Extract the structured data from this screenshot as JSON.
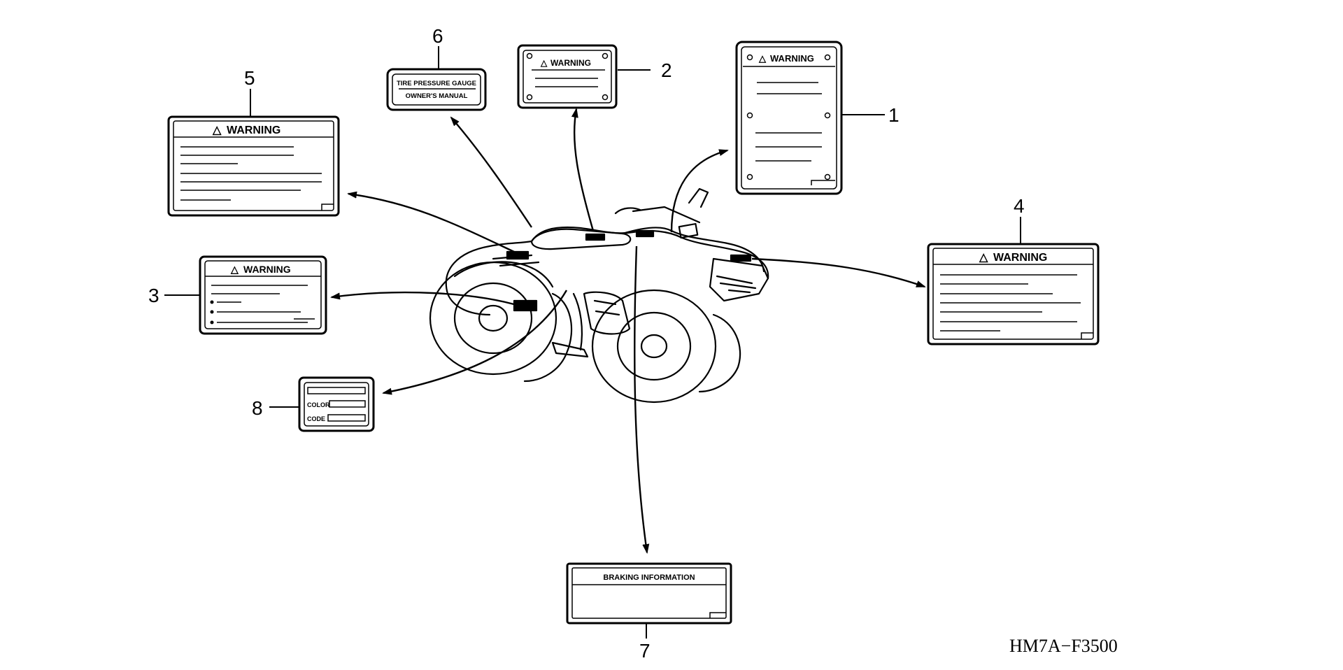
{
  "diagram_code": "HM7A−F3500",
  "callouts": {
    "n1": "1",
    "n2": "2",
    "n3": "3",
    "n4": "4",
    "n5": "5",
    "n6": "6",
    "n7": "7",
    "n8": "8"
  },
  "labels": {
    "l1": {
      "title": "WARNING"
    },
    "l2": {
      "title": "WARNING"
    },
    "l3": {
      "title": "WARNING"
    },
    "l4": {
      "title": "WARNING"
    },
    "l5": {
      "title": "WARNING"
    },
    "l6": {
      "line1": "TIRE PRESSURE GAUGE",
      "line2": "OWNER'S MANUAL"
    },
    "l7": {
      "title": "BRAKING INFORMATION"
    },
    "l8": {
      "color": "COLOR",
      "code": "CODE"
    }
  }
}
